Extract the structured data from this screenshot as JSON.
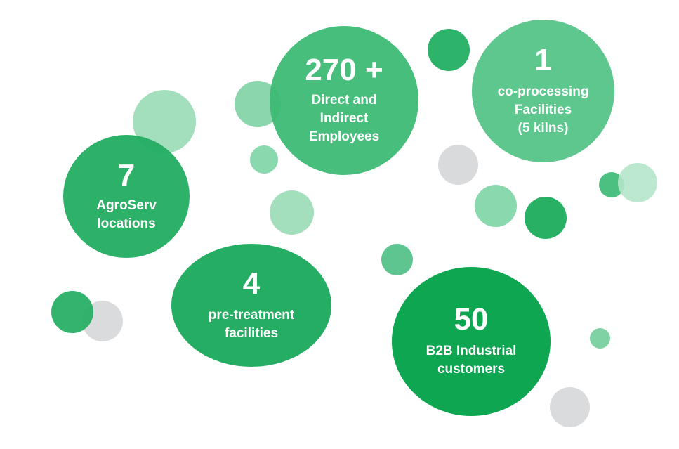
{
  "colors": {
    "dark_green": "#17a85a",
    "mid_green": "#3dbc77",
    "light_green": "#5fc990",
    "pale_green": "#8ad8ad",
    "grey": "#d6d7d9"
  },
  "stats": [
    {
      "value": "270 +",
      "label": "Direct and\nIndirect\nEmployees"
    },
    {
      "value": "1",
      "label": "co-processing\nFacilities\n(5 kilns)"
    },
    {
      "value": "7",
      "label": "AgroServ\nlocations"
    },
    {
      "value": "4",
      "label": "pre-treatment\nfacilities"
    },
    {
      "value": "50",
      "label": "B2B Industrial\ncustomers"
    }
  ]
}
